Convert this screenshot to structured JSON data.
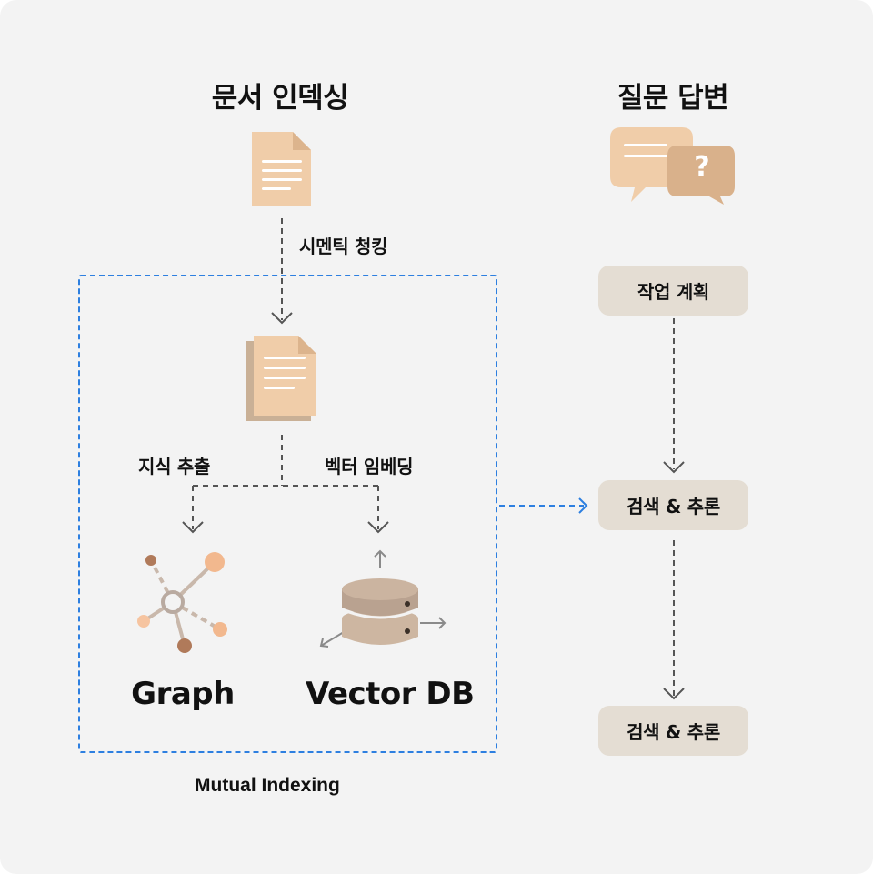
{
  "sections": {
    "indexing_title": "문서 인덱싱",
    "qa_title": "질문 답변"
  },
  "flow": {
    "chunking": "시멘틱 청킹",
    "knowledge_extraction": "지식 추출",
    "vector_embedding": "벡터 임베딩"
  },
  "stores": {
    "graph": "Graph",
    "vector_db": "Vector DB"
  },
  "box_caption": "Mutual Indexing",
  "qa_steps": [
    {
      "label": "작업 계획"
    },
    {
      "label": "검색 & 추론"
    },
    {
      "label": "검색 & 추론"
    }
  ],
  "icons": {
    "chat_bubble_mark": "?"
  },
  "colors": {
    "doc": "#f0cda9",
    "doc_shadow": "#c9b096",
    "pill": "#e4ddd3",
    "dash_blue": "#2d7fe0",
    "arrow_gray": "#555555"
  }
}
